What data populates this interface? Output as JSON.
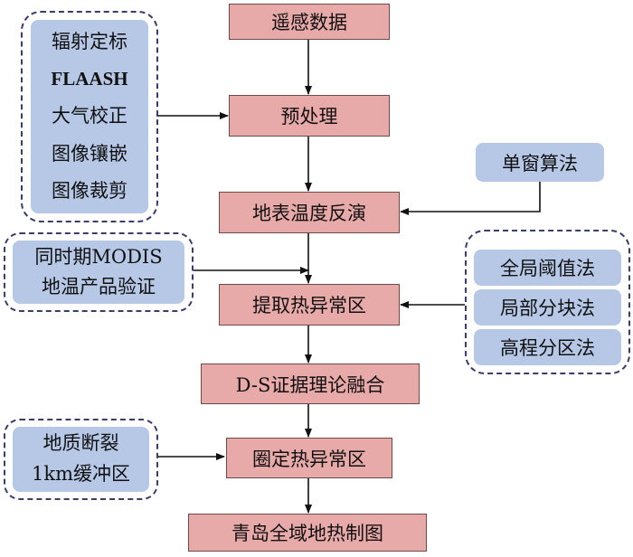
{
  "main_flow": [
    {
      "label": "遥感数据"
    },
    {
      "label": "预处理"
    },
    {
      "label": "地表温度反演"
    },
    {
      "label": "提取热异常区"
    },
    {
      "label": "D-S证据理论融合"
    },
    {
      "label": "圈定热异常区"
    },
    {
      "label": "青岛全域地热制图"
    }
  ],
  "preprocessing_steps": [
    "辐射定标",
    "FLAASH",
    "大气校正",
    "图像镶嵌",
    "图像裁剪"
  ],
  "validation_lines": [
    "同时期MODIS",
    "地温产品验证"
  ],
  "inversion_method": "单窗算法",
  "extraction_methods": [
    "全局阈值法",
    "局部分块法",
    "高程分区法"
  ],
  "constraint_lines": [
    "地质断裂",
    "1km缓冲区"
  ],
  "colors": {
    "process_box": "#e8a9a9",
    "input_box": "#b6c8e6",
    "dashed_border": "#3a3d6b"
  }
}
